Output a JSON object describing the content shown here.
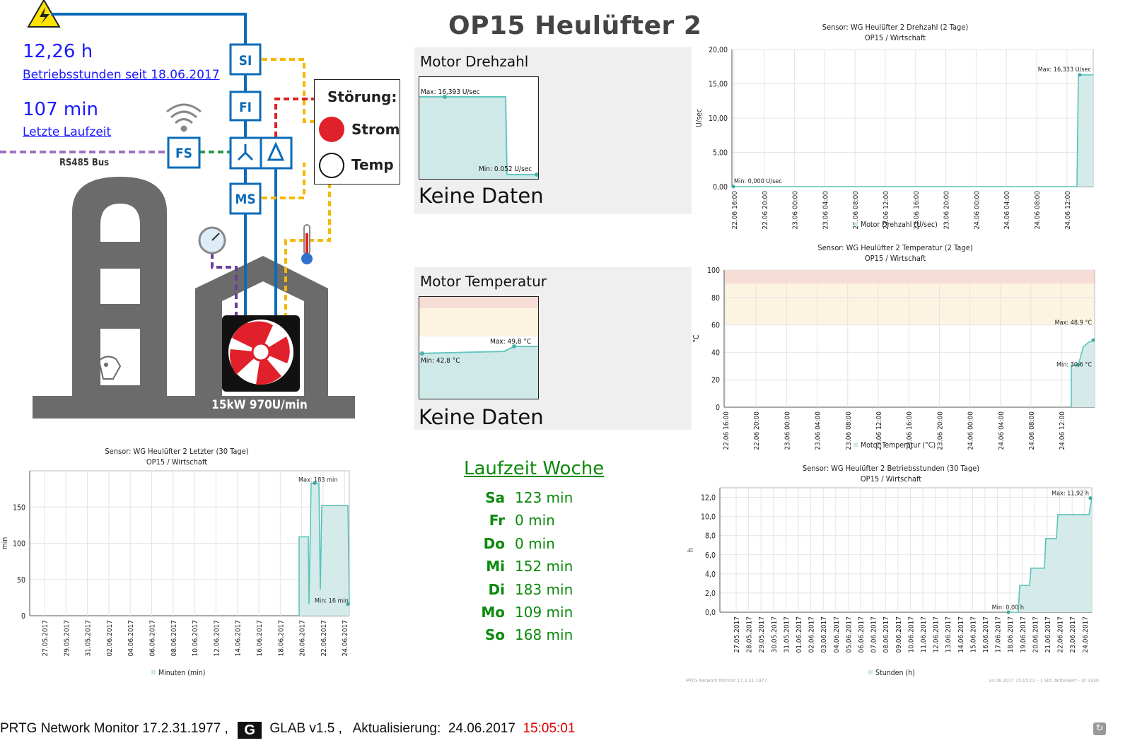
{
  "title": "OP15 Heulüfter 2",
  "stats": {
    "hours_value": "12,26 h",
    "hours_link": "Betriebsstunden seit 18.06.2017",
    "minutes_value": "107 min",
    "minutes_link": "Letzte Laufzeit"
  },
  "diagram": {
    "bus_label": "RS485 Bus",
    "boxes": {
      "si": "SI",
      "fi": "FI",
      "fs": "FS",
      "ms": "MS"
    },
    "fault_title": "Störung:",
    "fault_strom": "Strom",
    "fault_temp": "Temp",
    "motor_label": "15kW 970U/min",
    "colors": {
      "power_line": "#0b6bb8",
      "control_line": "#f5b800",
      "fault_line": "#e02020",
      "bus_line": "#a070c0",
      "fs_line": "#2a9a4a",
      "barn": "#6b6b6b",
      "fault_red": "#e0202a"
    }
  },
  "panels": {
    "drehzahl": {
      "title": "Motor Drehzahl",
      "max": "Max: 16,393 U/sec",
      "min": "Min: 0.052 U/sec",
      "status": "Keine Daten"
    },
    "temperatur": {
      "title": "Motor Temperatur",
      "max": "Max: 49,8 °C",
      "min": "Min: 42,8 °C",
      "status": "Keine Daten"
    }
  },
  "week": {
    "title": "Laufzeit Woche",
    "rows": [
      {
        "day": "Sa",
        "value": "123 min"
      },
      {
        "day": "Fr",
        "value": "0 min"
      },
      {
        "day": "Do",
        "value": "0 min"
      },
      {
        "day": "Mi",
        "value": "152 min"
      },
      {
        "day": "Di",
        "value": "183 min"
      },
      {
        "day": "Mo",
        "value": "109 min"
      },
      {
        "day": "So",
        "value": "168 min"
      }
    ]
  },
  "chart_data": [
    {
      "type": "area",
      "title": "Sensor: WG Heulüfter 2 Drehzahl (2 Tage)",
      "subtitle": "OP15 / Wirtschaft",
      "ylabel": "U/sec",
      "ylim": [
        0,
        20
      ],
      "yticks": [
        "0,00",
        "5,00",
        "10,00",
        "15,00",
        "20,00"
      ],
      "x": [
        "22.06 16:00",
        "22.06 20:00",
        "23.06 00:00",
        "23.06 04:00",
        "23.06 08:00",
        "23.06 12:00",
        "23.06 16:00",
        "23.06 20:00",
        "24.06 00:00",
        "24.06 04:00",
        "24.06 08:00",
        "24.06 12:00"
      ],
      "series": [
        {
          "name": "Motor Drehzahl (U/sec)",
          "values": [
            0,
            0,
            0,
            0,
            0,
            0,
            0,
            0,
            0,
            0,
            0,
            0,
            16.3
          ]
        }
      ],
      "annotations": [
        "Max: 16,333 U/sec",
        "Min: 0,000 U/sec"
      ],
      "legend": "Motor Drehzahl (U/sec)",
      "grid": true
    },
    {
      "type": "area",
      "title": "Sensor: WG Heulüfter 2 Temperatur (2 Tage)",
      "subtitle": "OP15 / Wirtschaft",
      "ylabel": "°C",
      "ylim": [
        0,
        100
      ],
      "yticks": [
        "0",
        "20",
        "40",
        "60",
        "80",
        "100"
      ],
      "x": [
        "22.06 16:00",
        "22.06 20:00",
        "23.06 00:00",
        "23.06 04:00",
        "23.06 08:00",
        "23.06 12:00",
        "23.06 16:00",
        "23.06 20:00",
        "24.06 00:00",
        "24.06 04:00",
        "24.06 08:00",
        "24.06 12:00"
      ],
      "series": [
        {
          "name": "Motor Temperatur (°C)",
          "values": [
            30.6,
            48.9
          ]
        }
      ],
      "annotations": [
        "Max: 48,9 °C",
        "Min: 30,6 °C"
      ],
      "bands": [
        {
          "from": 90,
          "to": 100,
          "color": "#f6ddd6"
        },
        {
          "from": 60,
          "to": 90,
          "color": "#fcf3e1"
        }
      ],
      "legend": "Motor Temperatur (°C)",
      "grid": true
    },
    {
      "type": "area",
      "title": "Sensor: WG Heulüfter 2 Letzter (30 Tage)",
      "subtitle": "OP15 / Wirtschaft",
      "ylabel": "min",
      "ylim": [
        0,
        200
      ],
      "yticks": [
        "0",
        "50",
        "100",
        "150"
      ],
      "x": [
        "27.05.2017",
        "29.05.2017",
        "31.05.2017",
        "02.06.2017",
        "04.06.2017",
        "06.06.2017",
        "08.06.2017",
        "10.06.2017",
        "12.06.2017",
        "14.06.2017",
        "16.06.2017",
        "18.06.2017",
        "20.06.2017",
        "22.06.2017",
        "24.06.2017"
      ],
      "series": [
        {
          "name": "Minuten (min)",
          "values": [
            109,
            16,
            183,
            152,
            16
          ]
        }
      ],
      "annotations": [
        "Max: 183 min",
        "Min: 16 min"
      ],
      "legend": "Minuten (min)",
      "grid": true
    },
    {
      "type": "area",
      "title": "Sensor: WG Heulüfter 2 Betriebsstunden (30 Tage)",
      "subtitle": "OP15 / Wirtschaft",
      "ylabel": "h",
      "ylim": [
        0,
        13
      ],
      "yticks": [
        "0,0",
        "2,0",
        "4,0",
        "6,0",
        "8,0",
        "10,0",
        "12,0"
      ],
      "x": [
        "27.05.2017",
        "28.05.2017",
        "29.05.2017",
        "30.05.2017",
        "31.05.2017",
        "01.06.2017",
        "02.06.2017",
        "03.06.2017",
        "04.06.2017",
        "05.06.2017",
        "06.06.2017",
        "07.06.2017",
        "08.06.2017",
        "09.06.2017",
        "10.06.2017",
        "11.06.2017",
        "12.06.2017",
        "13.06.2017",
        "14.06.2017",
        "15.06.2017",
        "16.06.2017",
        "17.06.2017",
        "18.06.2017",
        "19.06.2017",
        "20.06.2017",
        "21.06.2017",
        "22.06.2017",
        "23.06.2017",
        "24.06.2017"
      ],
      "series": [
        {
          "name": "Stunden (h)",
          "values": [
            0,
            2.8,
            4.6,
            7.7,
            10.2,
            11.92
          ]
        }
      ],
      "annotations": [
        "Max: 11,92 h",
        "Min: 0,00 h"
      ],
      "legend": "Stunden (h)",
      "grid": true,
      "footer_left": "PRTG Network Monitor 17.2.31.1977",
      "footer_right": "24.06.2017 15:05:01 - 1 Std. Mittelwert - ID 2330"
    }
  ],
  "footer": {
    "prtg": "PRTG Network Monitor 17.2.31.1977 ,",
    "logo_letter": "G",
    "glab": "GLAB v1.5 ,",
    "update_label": "Aktualisierung:",
    "date": "24.06.2017",
    "time": "15:05:01"
  }
}
